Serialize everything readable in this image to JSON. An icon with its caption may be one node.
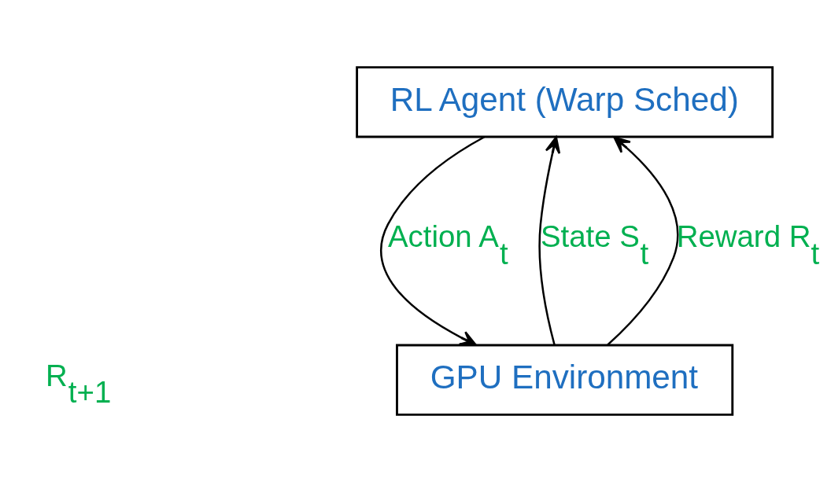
{
  "diagram": {
    "nodes": [
      {
        "text": [
          "RL Agent (Warp Sched)"
        ]
      },
      {
        "text": [
          "GPU Environment"
        ]
      }
    ],
    "edges": [
      {
        "from": 1,
        "to": 0,
        "arrow": "to",
        "label": "State S$_{t}$"
      },
      {
        "from": 1,
        "to": 0,
        "arrow": "to",
        "label": "Reward R$_{t}$"
      },
      {
        "from": 0,
        "to": 1,
        "arrow": "to",
        "label": "Action A$_{t}$"
      }
    ],
    "labels": [
      "R$_{t+1}$"
    ]
  }
}
